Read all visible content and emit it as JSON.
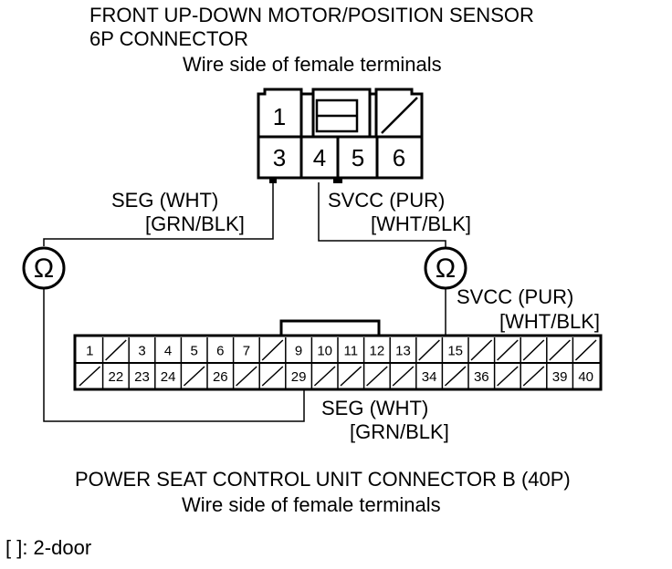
{
  "header": {
    "line1": "FRONT UP-DOWN MOTOR/POSITION SENSOR",
    "line2": "6P CONNECTOR",
    "line3": "Wire side of female terminals"
  },
  "connector_6p": {
    "pins": {
      "p1": "1",
      "p3": "3",
      "p4": "4",
      "p5": "5",
      "p6": "6"
    }
  },
  "wires": {
    "seg_top": "SEG (WHT)",
    "seg_top_alt": "[GRN/BLK]",
    "svcc_top": "SVCC (PUR)",
    "svcc_top_alt": "[WHT/BLK]",
    "svcc_right": "SVCC (PUR)",
    "svcc_right_alt": "[WHT/BLK]",
    "seg_bottom": "SEG (WHT)",
    "seg_bottom_alt": "[GRN/BLK]"
  },
  "meters": {
    "symbol": "Ω"
  },
  "connector_40p": {
    "top_row": [
      {
        "k": "t1",
        "label": "1"
      },
      {
        "k": "t2",
        "label": ""
      },
      {
        "k": "t3",
        "label": "3"
      },
      {
        "k": "t4",
        "label": "4"
      },
      {
        "k": "t5",
        "label": "5"
      },
      {
        "k": "t6",
        "label": "6"
      },
      {
        "k": "t7",
        "label": "7"
      },
      {
        "k": "t8",
        "label": ""
      },
      {
        "k": "t9",
        "label": "9"
      },
      {
        "k": "t10",
        "label": "10"
      },
      {
        "k": "t11",
        "label": "11"
      },
      {
        "k": "t12",
        "label": "12"
      },
      {
        "k": "t13",
        "label": "13"
      },
      {
        "k": "t14",
        "label": ""
      },
      {
        "k": "t15",
        "label": "15"
      },
      {
        "k": "t16",
        "label": ""
      },
      {
        "k": "t17",
        "label": ""
      },
      {
        "k": "t18",
        "label": ""
      },
      {
        "k": "t19",
        "label": ""
      },
      {
        "k": "t20",
        "label": ""
      }
    ],
    "bottom_row": [
      {
        "k": "b21",
        "label": ""
      },
      {
        "k": "b22",
        "label": "22"
      },
      {
        "k": "b23",
        "label": "23"
      },
      {
        "k": "b24",
        "label": "24"
      },
      {
        "k": "b25",
        "label": ""
      },
      {
        "k": "b26",
        "label": "26"
      },
      {
        "k": "b27",
        "label": ""
      },
      {
        "k": "b28",
        "label": ""
      },
      {
        "k": "b29",
        "label": "29"
      },
      {
        "k": "b30",
        "label": ""
      },
      {
        "k": "b31",
        "label": ""
      },
      {
        "k": "b32",
        "label": ""
      },
      {
        "k": "b33",
        "label": ""
      },
      {
        "k": "b34",
        "label": "34"
      },
      {
        "k": "b35",
        "label": ""
      },
      {
        "k": "b36",
        "label": "36"
      },
      {
        "k": "b37",
        "label": ""
      },
      {
        "k": "b38",
        "label": ""
      },
      {
        "k": "b39",
        "label": "39"
      },
      {
        "k": "b40",
        "label": "40"
      }
    ]
  },
  "footer": {
    "line1": "POWER SEAT CONTROL UNIT CONNECTOR B (40P)",
    "line2": "Wire side of female terminals",
    "note": "[ ]: 2-door"
  },
  "colors": {
    "ink": "#000000",
    "background": "#ffffff"
  }
}
